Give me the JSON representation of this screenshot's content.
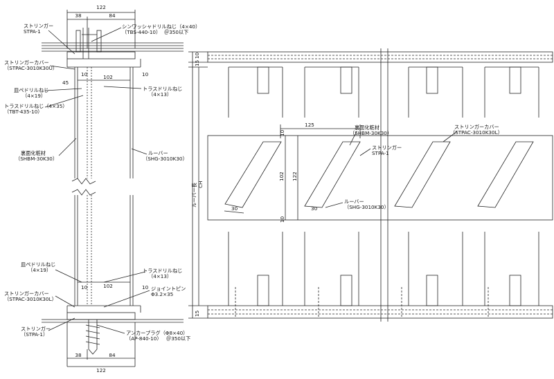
{
  "section_left": {
    "dim_top_total": "122",
    "dim_top_a": "38",
    "dim_top_b": "84",
    "dim_bottom_a": "38",
    "dim_bottom_b": "84",
    "dim_bottom_total": "122",
    "label_stringer_top": "ストリンガー",
    "label_stringer_top_code": "STPA-1",
    "label_screw_top": "シンワッシャドリルねじ（4×40）",
    "label_screw_top_code": "（TBS-440-10）",
    "label_screw_top_pitch": "＠350以下",
    "label_cover_top": "ストリンガーカバー",
    "label_cover_top_code": "（STPAC-3010K30U）",
    "dim_45": "45",
    "dim_10_a": "10",
    "dim_102_a": "102",
    "dim_10_b": "10",
    "label_flat_screw_1": "皿ペドリルねじ",
    "label_flat_screw_1_size": "（4×19）",
    "label_truss_screw_1": "トラスドリルねじ",
    "label_truss_screw_1_size": "（4×13）",
    "label_truss_screw_2": "トラスドリルねじ（4×35）",
    "label_truss_screw_2_code": "（TBT-435-10）",
    "label_backing": "裏面化粧材",
    "label_backing_code": "（SHBM-30K30）",
    "label_louver": "ルーバー",
    "label_louver_code": "（SHG-3010K30）",
    "label_flat_screw_2": "皿ペドリルねじ",
    "label_flat_screw_2_size": "（4×19）",
    "label_truss_screw_3": "トラスドリルねじ",
    "label_truss_screw_3_size": "（4×13）",
    "dim_10_c": "10",
    "dim_102_b": "102",
    "dim_10_d": "10",
    "label_joint_pin": "ジョイントピン",
    "label_joint_pin_size": "Φ3.2×35",
    "label_cover_bottom": "ストリンガーカバー",
    "label_cover_bottom_code": "（STPAC-3010K30L）",
    "label_stringer_bottom": "ストリンガー",
    "label_stringer_bottom_code": "（STPA-1）",
    "label_anchor": "アンカープラグ（Φ8×40）",
    "label_anchor_code": "（AP-840-10）",
    "label_anchor_pitch": "＠350以下",
    "dim_10_top_right": "10",
    "dim_15_top_right": "15",
    "dim_15_bottom_right": "15",
    "label_louver_length": "ルーバー長",
    "label_ch": "CH"
  },
  "section_right": {
    "dim_125": "125",
    "dim_10_top": "10",
    "dim_102": "102",
    "dim_122": "122",
    "dim_10_bottom": "10",
    "dim_30_a": "30",
    "dim_30_b": "30",
    "label_backing": "裏面化粧材",
    "label_backing_code": "（SHBM-30K30）",
    "label_stringer": "ストリンガー",
    "label_stringer_code": "STPA-1",
    "label_louver": "ルーバー",
    "label_louver_code": "（SHG-3010K30）",
    "label_cover": "ストリンガーカバー",
    "label_cover_code": "（STPAC-3010K30L）"
  },
  "colors": {
    "line": "#222222",
    "background": "#ffffff"
  }
}
